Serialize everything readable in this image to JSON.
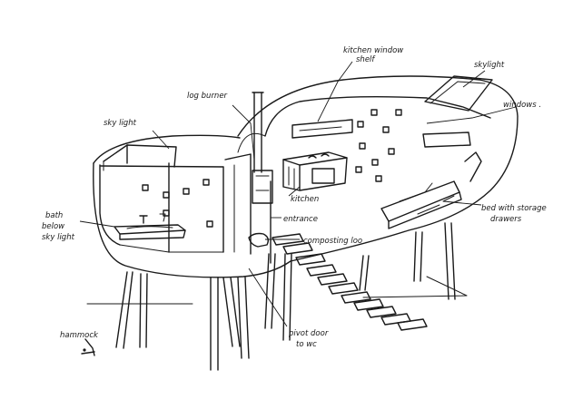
{
  "labels": {
    "log_burner": "log burner",
    "kitchen_window_shelf_1": "kitchen window",
    "kitchen_window_shelf_2": "shelf",
    "skylight_right": "skylight",
    "skylight_left": "sky light",
    "windows": "windows .",
    "bath_1": "bath",
    "bath_2": "below",
    "bath_3": "sky light",
    "kitchen": "kitchen",
    "entrance": "entrance",
    "composting_loo": "composting loo .",
    "bed_1": "bed with storage",
    "bed_2": "drawers",
    "pivot_1": "pivot door",
    "pivot_2": "to wc",
    "hammock": "hammock"
  }
}
